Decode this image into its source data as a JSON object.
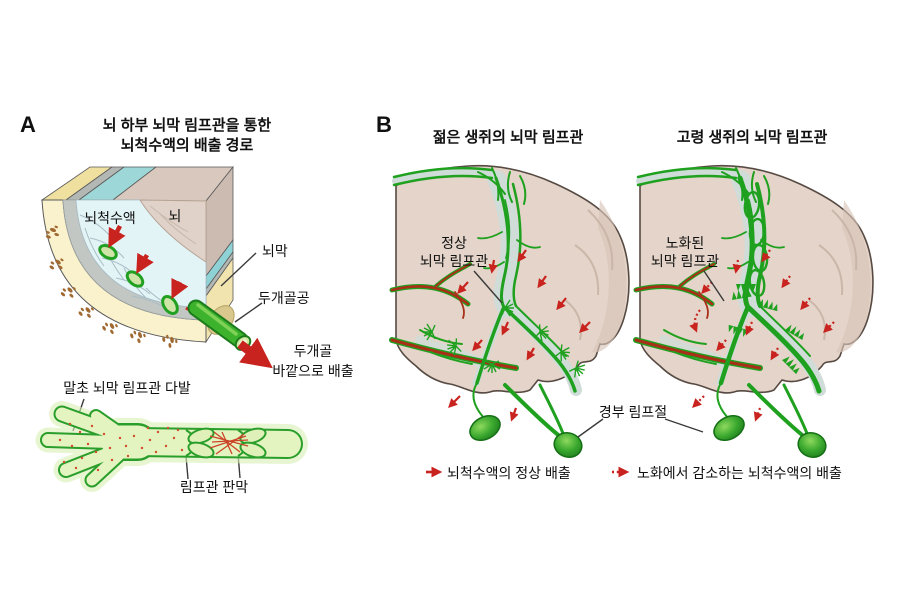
{
  "panel_a": {
    "letter": "A",
    "title_line1": "뇌 하부 뇌막 림프관을 통한",
    "title_line2": "뇌척수액의 배출 경로",
    "labels": {
      "csf": "뇌척수액",
      "brain": "뇌",
      "meninges": "뇌막",
      "skull_foramen": "두개골공",
      "outflow_line1": "두개골",
      "outflow_line2": "바깥으로 배출",
      "peripheral_bundle": "말초 뇌막 림프관 다발",
      "lymph_valve": "림프관 판막"
    }
  },
  "panel_b": {
    "letter": "B",
    "left_title": "젊은 생쥐의 뇌막 림프관",
    "right_title": "고령 생쥐의 뇌막 림프관",
    "labels": {
      "normal_line1": "정상",
      "normal_line2": "뇌막 림프관",
      "aged_line1": "노화된",
      "aged_line2": "뇌막 림프관",
      "cervical_node": "경부 림프절"
    },
    "legend": {
      "normal": "뇌척수액의 정상 배출",
      "aged": "노화에서 감소하는 뇌척수액의 배출"
    }
  },
  "colors": {
    "lymph_green": "#1fa11f",
    "lymph_green_dark": "#1c7c1c",
    "node_green": "#3aa82e",
    "arrow_red": "#c8231e",
    "artery_red": "#a93018",
    "brain_tan": "#e4d4c9",
    "sinus_blue": "#cfdcd8",
    "skull_yellow": "#f6e9b4",
    "dura_gray": "#c3c7c3",
    "csf_cyan": "#9ed7d7",
    "csf_pale": "#e3f4f6",
    "vessel_fill": "#e4f4c0"
  }
}
